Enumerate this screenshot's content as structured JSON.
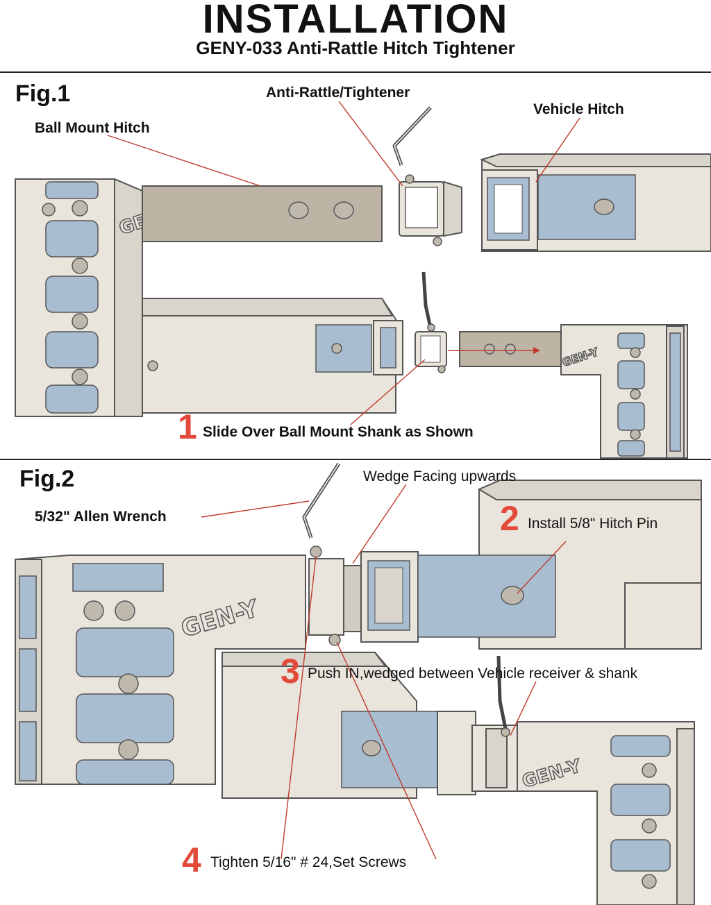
{
  "header": {
    "title": "INSTALLATION",
    "subtitle": "GENY-033 Anti-Rattle Hitch Tightener"
  },
  "fig1": {
    "label": "Fig.1",
    "callouts": {
      "tightener": "Anti-Rattle/Tightener",
      "vehicle_hitch": "Vehicle Hitch",
      "ball_mount": "Ball Mount Hitch"
    },
    "step": {
      "number": "1",
      "text": "Slide Over Ball Mount Shank as Shown"
    }
  },
  "fig2": {
    "label": "Fig.2",
    "callouts": {
      "wedge": "Wedge Facing upwards",
      "wrench": "5/32\" Allen Wrench"
    },
    "steps": [
      {
        "number": "2",
        "text": "Install 5/8\" Hitch Pin"
      },
      {
        "number": "3",
        "text": "Push IN,wedged between Vehicle receiver & shank"
      },
      {
        "number": "4",
        "text": "Tighten 5/16\" # 24,Set Screws"
      }
    ]
  },
  "logo_text": "GEN-Y",
  "colors": {
    "accent": "#e34a3a",
    "metal": "#e9e5dc",
    "blue_panel": "#a9bdd0"
  }
}
